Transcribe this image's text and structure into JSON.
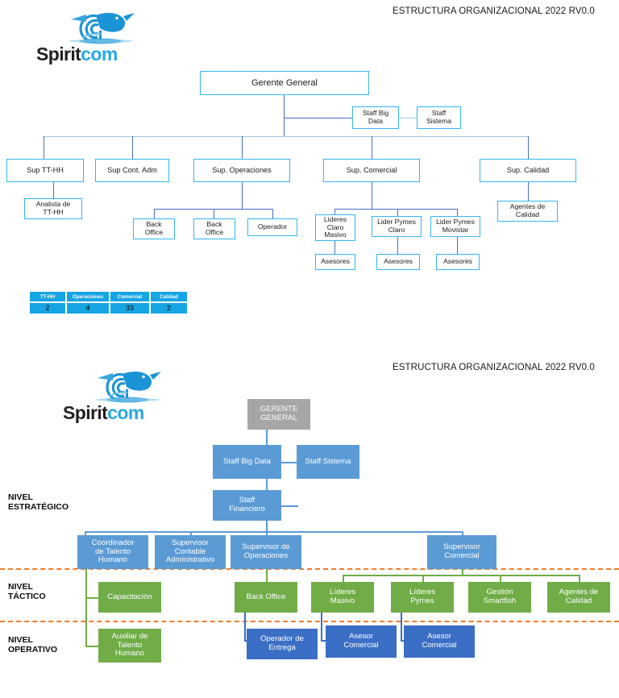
{
  "document": {
    "title": "ESTRUCTURA ORGANIZACIONAL 2022 RV0.0",
    "logo_text_dark": "Spirit",
    "logo_text_blue": "com",
    "logo_alt": "spiritcom-bird-logo"
  },
  "colors": {
    "outline_blue": "#35b6ef",
    "connector_blue": "#4a6fc0",
    "table_cyan": "#16a5e4",
    "gray_box": "#a6a6a6",
    "blue_box": "#5b9bd5",
    "green_box": "#70ad47",
    "dark_blue_box": "#3b6fc6",
    "divider_orange": "#ed7d31",
    "logo_blue": "#29a8e0",
    "logo_dark": "#231f20"
  },
  "chart1": {
    "title": "ESTRUCTURA ORGANIZACIONAL 2022 RV0.0",
    "nodes": {
      "gerente_general": "Gerente General",
      "staff_big_data": "Staff Big\nData",
      "staff_sistema": "Staff\nSistema",
      "sup_tthh": "Sup TT-HH",
      "sup_cont_adm": "Sup Cont. Adm",
      "sup_operaciones": "Sup. Operaciones",
      "sup_comercial": "Sup. Comercial",
      "sup_calidad": "Sup. Calidad",
      "analista_tthh": "Analista de\nTT-HH",
      "back_office_1": "Back\nOffice",
      "back_office_2": "Back\nOffice",
      "operador": "Operador",
      "lideres_claro_masivo": "Lideres\nClaro\nMasivo",
      "lider_pymes_claro": "Lider Pymes\nClaro",
      "lider_pymes_movistar": "Lider Pymes\nMovistar",
      "asesores_1": "Asesores",
      "asesores_2": "Asesores",
      "asesores_3": "Asesores",
      "agentes_calidad": "Agentes de\nCalidad"
    },
    "table": {
      "headers": [
        "TT-HH",
        "Operaciones",
        "Comercial",
        "Calidad"
      ],
      "values": [
        "2",
        "4",
        "33",
        "2"
      ]
    }
  },
  "chart2": {
    "title": "ESTRUCTURA ORGANIZACIONAL 2022 RV0.0",
    "levels": {
      "estrategico": "NIVEL\nESTRATÉGICO",
      "tactico": "NIVEL\nTÁCTICO",
      "operativo": "NIVEL\nOPERATIVO"
    },
    "nodes": {
      "gerente_general": "GERENTE\nGENERAL",
      "staff_big_data": "Staff Big Data",
      "staff_sistema": "Staff Sistema",
      "staff_financiero": "Staff\nFinanciero",
      "coordinador_talento_humano": "Coordinador\nde Talento\nHumano",
      "supervisor_contable_administrativo": "Supervisor\nContable\nAdministrativo",
      "supervisor_operaciones": "Supervisor de\nOperaciones",
      "supervisor_comercial": "Supervisor\nComercial",
      "capacitacion": "Capacitación",
      "back_office": "Back Office",
      "lideres_masivo": "Líderes\nMasivo",
      "lideres_pymes": "Líderes\nPymes",
      "gestion_smartfish": "Gestión\nSmartfish",
      "agentes_calidad": "Agentes de\nCalidad",
      "auxiliar_talento_humano": "Auxiliar de\nTalento\nHumano",
      "operador_entrega": "Operador de\nEntrega",
      "asesor_comercial_1": "Asesor\nComercial",
      "asesor_comercial_2": "Asesor\nComercial"
    }
  }
}
